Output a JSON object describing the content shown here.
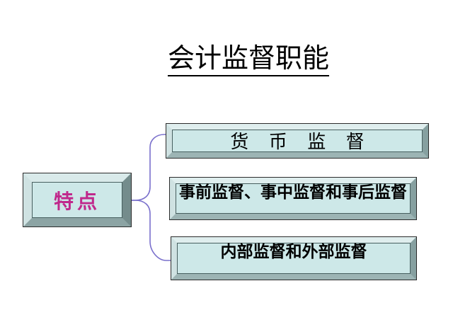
{
  "slide": {
    "title": "会计监督职能",
    "feature_box": {
      "label": "特点",
      "text_color": "#c0298c"
    },
    "branch_boxes": [
      {
        "label": "货 币 监 督"
      },
      {
        "label": "事前监督、事中监督和事后监督"
      },
      {
        "label": "内部监督和外部监督"
      }
    ],
    "colors": {
      "background": "#ffffff",
      "box_face": "#cde8e8",
      "bevel_light": "#dfeeee",
      "bevel_dark": "#86a0a0",
      "bevel_bottom": "#9cb4b4",
      "box_outline": "#2b2b2b",
      "connector": "#7a70cc",
      "title_text": "#000000"
    }
  }
}
